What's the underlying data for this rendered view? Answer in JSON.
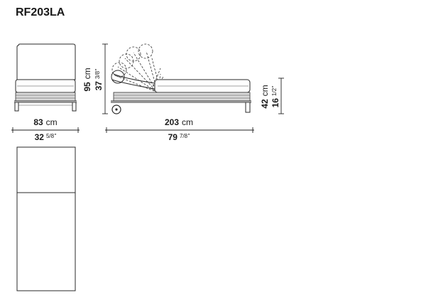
{
  "model_code": "RF203LA",
  "colors": {
    "ink": "#1a1a1a",
    "line": "#2a2a2a",
    "weave_fill": "#d9d9d9",
    "background": "#ffffff"
  },
  "dimensions": {
    "front_width": {
      "cm": "83",
      "cm_unit": "cm",
      "in_whole": "32",
      "in_frac": "5/8",
      "in_mark": "\""
    },
    "side_length": {
      "cm": "203",
      "cm_unit": "cm",
      "in_whole": "79",
      "in_frac": "7/8",
      "in_mark": "\""
    },
    "back_height": {
      "cm": "95",
      "cm_unit": "cm",
      "in_whole": "37",
      "in_frac": "3/8",
      "in_mark": "\""
    },
    "seat_height": {
      "cm": "42",
      "cm_unit": "cm",
      "in_whole": "16",
      "in_frac": "1/2",
      "in_mark": "\""
    }
  },
  "views": [
    "front-view",
    "side-view",
    "top-view"
  ]
}
